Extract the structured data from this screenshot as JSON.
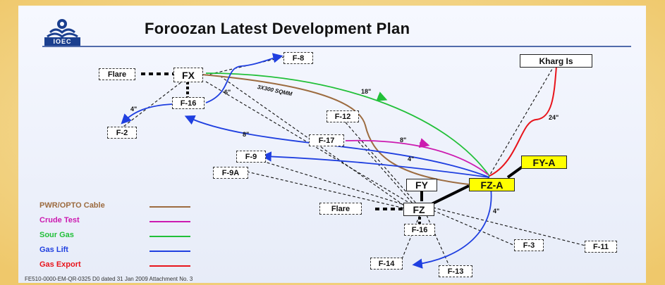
{
  "title": "Foroozan Latest Development Plan",
  "logo": {
    "text": "IOEC",
    "icon": "ioec-logo-icon"
  },
  "nodes": {
    "kharg": "Kharg Is",
    "fx": "FX",
    "flare_top": "Flare",
    "f8": "F-8",
    "f16_top": "F-16",
    "f2": "F-2",
    "f12": "F-12",
    "f17": "F-17",
    "f9": "F-9",
    "f9a": "F-9A",
    "fya": "FY-A",
    "fza": "FZ-A",
    "fy": "FY",
    "fz": "FZ",
    "flare_bottom": "Flare",
    "f16_bottom": "F-16",
    "f3": "F-3",
    "f11": "F-11",
    "f14": "F-14",
    "f13": "F-13"
  },
  "line_labels": {
    "cable": "3X300 SQMM",
    "sour_18": "18\"",
    "export_24": "24\"",
    "lift_8a": "8\"",
    "lift_6": "6\"",
    "lift_4a": "4\"",
    "crude_8": "8\"",
    "lift_4b": "4\"",
    "lift_4c": "4\""
  },
  "legend": [
    {
      "label": "PWR/OPTO Cable",
      "color": "#9c6b3f"
    },
    {
      "label": "Crude Test",
      "color": "#cc1ab0"
    },
    {
      "label": "Sour Gas",
      "color": "#22c039"
    },
    {
      "label": "Gas Lift",
      "color": "#1f3fe0"
    },
    {
      "label": "Gas Export",
      "color": "#e8141b"
    }
  ],
  "footer": "FE510-0000-EM-QR-0325 D0 dated 31 Jan 2009 Attachment No. 3"
}
